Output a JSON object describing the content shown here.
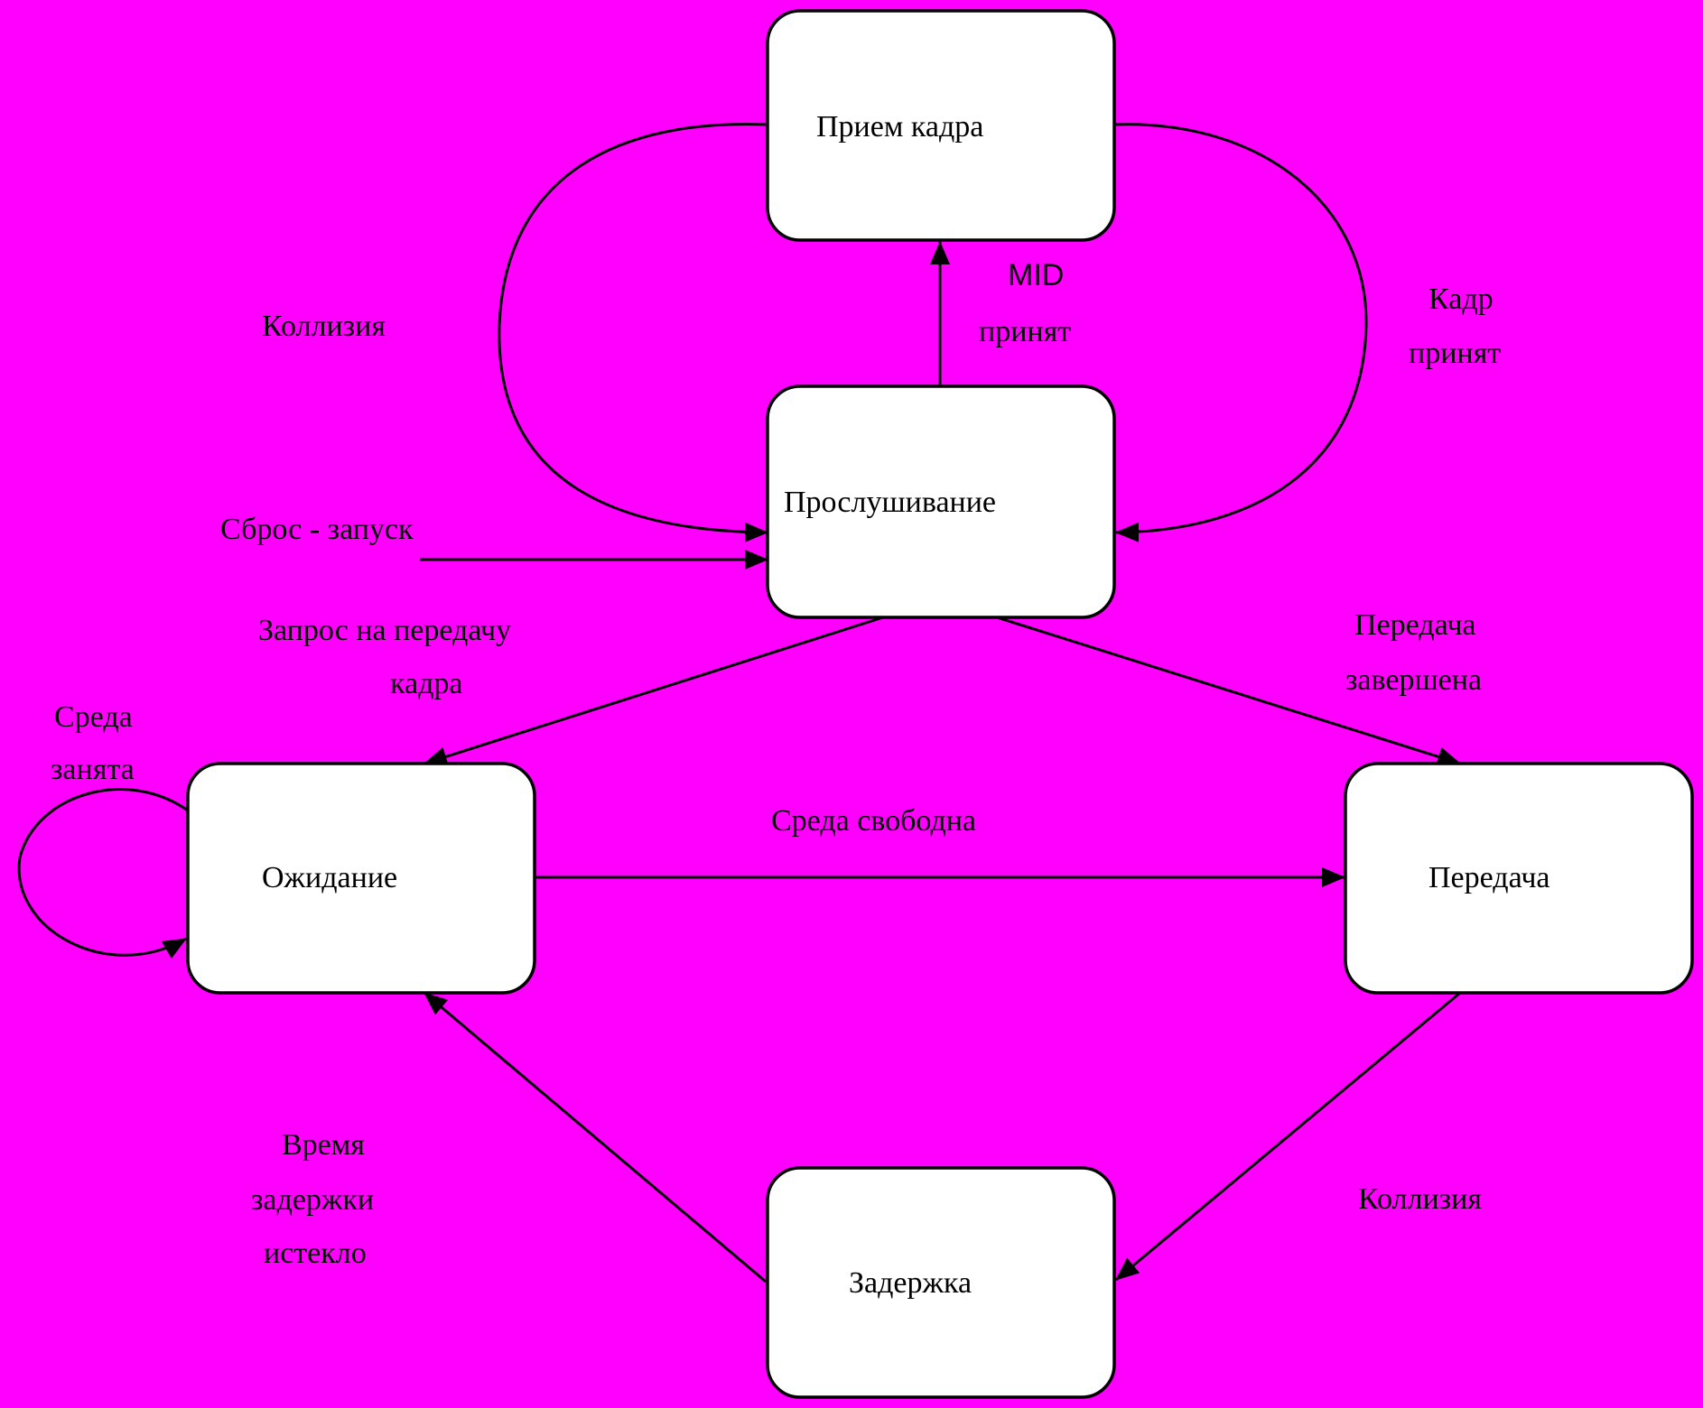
{
  "colors": {
    "background": "#ff00ff",
    "box_fill": "#ffffff",
    "stroke": "#000000"
  },
  "states": {
    "receive": "Прием кадра",
    "listen": "Прослушивание",
    "wait": "Ожидание",
    "transmit": "Передача",
    "delay": "Задержка"
  },
  "transitions": {
    "collision_left": "Коллизия",
    "mid_line1": "MID",
    "mid_line2": "принят",
    "frame_accepted_line1": "Кадр",
    "frame_accepted_line2": "принят",
    "reset_start": "Сброс - запуск",
    "tx_request_line1": "Запрос на передачу",
    "tx_request_line2": "кадра",
    "medium_busy_line1": "Среда",
    "medium_busy_line2": "занята",
    "tx_done_line1": "Передача",
    "tx_done_line2": "завершена",
    "medium_free": "Среда свободна",
    "delay_expired_line1": "Время",
    "delay_expired_line2": "задержки",
    "delay_expired_line3": "истекло",
    "collision_right": "Коллизия"
  }
}
